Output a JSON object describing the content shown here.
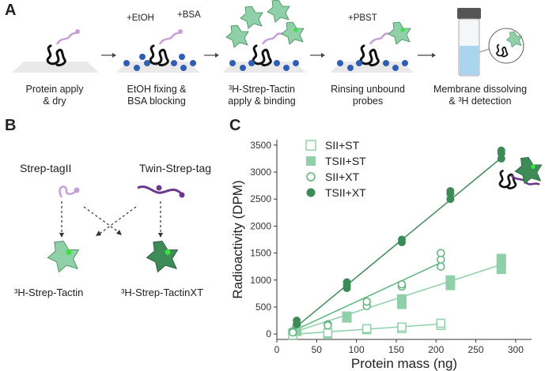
{
  "panels": {
    "a": "A",
    "b": "B",
    "c": "C"
  },
  "panel_a": {
    "steps": [
      {
        "label": "Protein apply\n& dry",
        "reagents": []
      },
      {
        "label": "EtOH fixing &\nBSA blocking",
        "reagents": [
          "+EtOH",
          "+BSA"
        ]
      },
      {
        "label": "³H-Strep-Tactin\napply & binding",
        "reagents": []
      },
      {
        "label": "Rinsing unbound\nprobes",
        "reagents": [
          "+PBST"
        ]
      },
      {
        "label": "Membrane dissolving\n& ³H detection",
        "reagents": []
      }
    ]
  },
  "panel_b": {
    "tag_left": "Strep-tagII",
    "tag_right": "Twin-Strep-tag",
    "probe_left": "³H-Strep-Tactin",
    "probe_right": "³H-Strep-TactinXT"
  },
  "colors": {
    "light_green": "#8fd0a8",
    "mid_green": "#5bb57c",
    "dark_green": "#3d8b57",
    "light_purple": "#c79fd8",
    "dark_purple": "#6b3a8e",
    "blue_dot": "#2f5fb5"
  },
  "chart_data": {
    "type": "scatter",
    "xlabel": "Protein mass (ng)",
    "ylabel": "Radioactivity (DPM)",
    "xlim": [
      0,
      320
    ],
    "ylim": [
      -100,
      3600
    ],
    "xticks": [
      0,
      50,
      100,
      150,
      200,
      250,
      300
    ],
    "yticks": [
      0,
      500,
      1000,
      1500,
      2000,
      2500,
      3000,
      3500
    ],
    "series": [
      {
        "name": "SII+ST",
        "marker": "open-square",
        "color": "#8fd0a8",
        "x": [
          20,
          20,
          20,
          64,
          64,
          113,
          113,
          157,
          157,
          206,
          206
        ],
        "y": [
          0,
          20,
          -20,
          0,
          20,
          80,
          100,
          100,
          130,
          160,
          200
        ],
        "fit": [
          [
            15,
            -10
          ],
          [
            210,
            190
          ]
        ]
      },
      {
        "name": "TSII+ST",
        "marker": "filled-square",
        "color": "#8fd0a8",
        "x": [
          25,
          25,
          88,
          88,
          157,
          157,
          218,
          218,
          282,
          282,
          282
        ],
        "y": [
          50,
          80,
          300,
          330,
          550,
          650,
          900,
          1000,
          1200,
          1300,
          1400
        ],
        "fit": [
          [
            20,
            30
          ],
          [
            285,
            1300
          ]
        ]
      },
      {
        "name": "SII+XT",
        "marker": "open-circle",
        "color": "#5bb57c",
        "x": [
          20,
          20,
          64,
          64,
          113,
          113,
          157,
          157,
          206,
          206,
          206
        ],
        "y": [
          50,
          30,
          180,
          160,
          520,
          600,
          880,
          920,
          1250,
          1380,
          1500
        ],
        "fit": [
          [
            15,
            20
          ],
          [
            210,
            1350
          ]
        ]
      },
      {
        "name": "TSII+XT",
        "marker": "filled-circle",
        "color": "#3d8b57",
        "x": [
          25,
          25,
          88,
          88,
          88,
          157,
          157,
          218,
          218,
          218,
          282,
          282,
          282
        ],
        "y": [
          180,
          250,
          850,
          900,
          960,
          1700,
          1750,
          2500,
          2600,
          2650,
          3250,
          3350,
          3400
        ],
        "fit": [
          [
            15,
            20
          ],
          [
            285,
            3300
          ]
        ]
      }
    ]
  }
}
